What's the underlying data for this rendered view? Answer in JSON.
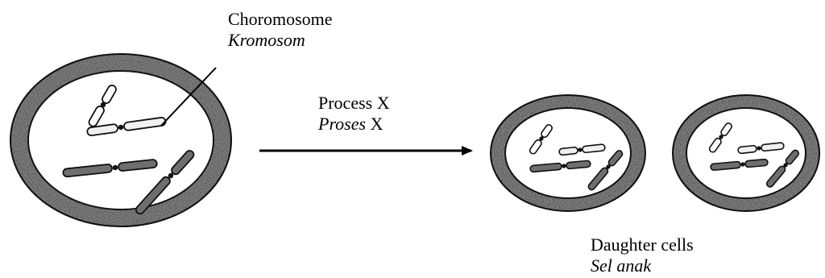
{
  "chromosome_label": {
    "english": "Choromosome",
    "malay": "Kromosom"
  },
  "process_label": {
    "english_word": "Process",
    "malay_word": "Proses",
    "letter": "X"
  },
  "daughter_label": {
    "english": "Daughter cells",
    "malay": "Sel anak"
  },
  "colors": {
    "ink": "#000000",
    "membrane": "#8a8a8a",
    "chromosome_dark": "#6e6e6e",
    "chromosome_light": "#e9e9e9",
    "background": "#ffffff"
  }
}
